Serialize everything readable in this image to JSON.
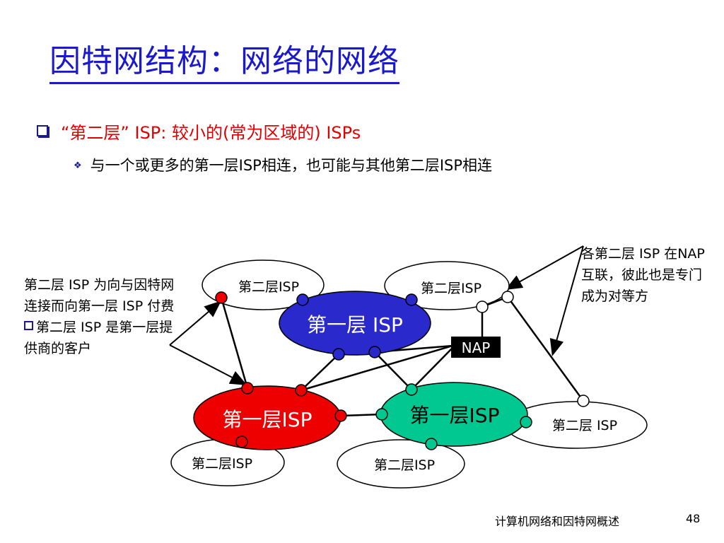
{
  "slide": {
    "title": "因特网结构：网络的网络",
    "bullet1": "“第二层” ISP: 较小的(常为区域的) ISPs",
    "bullet2": "与一个或更多的第一层ISP相连，也可能与其他第二层ISP相连",
    "left_note_line1": "第二层 ISP 为向与因特网连接而向第一层 ISP 付费",
    "left_note_line2": "第二层 ISP 是第一层提供商的客户",
    "right_note": "各第二层 ISP 在NAP互联，彼此也是专门成为对等方",
    "footer": "计算机网络和因特网概述",
    "page_number": "48"
  },
  "diagram": {
    "tier1_top": "第一层 ISP",
    "tier1_left": "第一层ISP",
    "tier1_right": "第一层ISP",
    "tier2_top_left": "第二层ISP",
    "tier2_top_right": "第二层ISP",
    "tier2_bottom_left": "第二层ISP",
    "tier2_bottom_mid": "第二层ISP",
    "tier2_right": "第二层 ISP",
    "nap": "NAP",
    "colors": {
      "tier1_top": "#2a2acc",
      "tier1_left": "#ee0000",
      "tier1_right": "#00c890",
      "router_blue": "#2a2acc",
      "router_red": "#ee0000",
      "router_green": "#00c890",
      "nap_bg": "#000000"
    }
  }
}
